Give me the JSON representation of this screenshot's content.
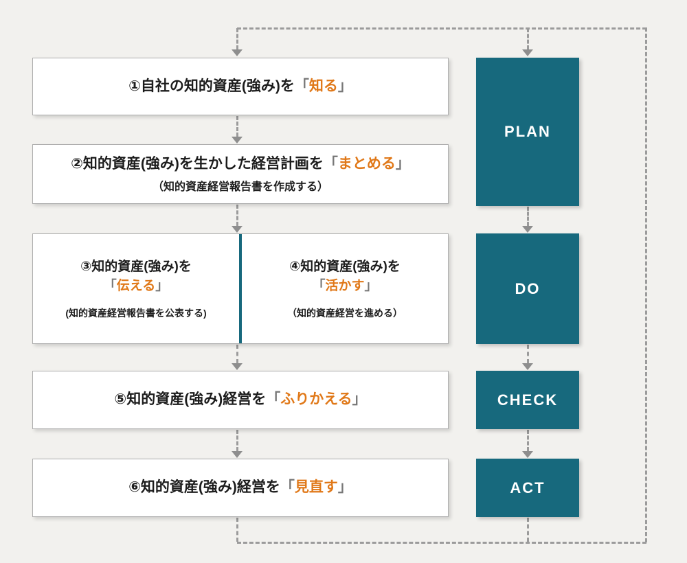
{
  "steps": {
    "step1": {
      "prefix": "①自社の知的資産(強み)を",
      "open": "「",
      "word": "知る",
      "close": "」"
    },
    "step2": {
      "prefix": "②知的資産(強み)を生かした経営計画を",
      "open": "「",
      "word": "まとめる",
      "close": "」",
      "sub": "（知的資産経営報告書を作成する）"
    },
    "step3": {
      "line1": "③知的資産(強み)を",
      "open": "「",
      "word": "伝える",
      "close": "」",
      "sub": "(知的資産経営報告書を公表する)"
    },
    "step4": {
      "line1": "④知的資産(強み)を",
      "open": "「",
      "word": "活かす",
      "close": "」",
      "sub": "（知的資産経営を進める）"
    },
    "step5": {
      "prefix": "⑤知的資産(強み)経営を",
      "open": "「",
      "word": "ふりかえる",
      "close": "」"
    },
    "step6": {
      "prefix": "⑥知的資産(強み)経営を",
      "open": "「",
      "word": "見直す",
      "close": "」"
    }
  },
  "pdca": {
    "plan": "PLAN",
    "do": "DO",
    "check": "CHECK",
    "act": "ACT"
  },
  "colors": {
    "background": "#f2f1ee",
    "box_background": "#ffffff",
    "box_border": "#adadad",
    "teal": "#17697d",
    "highlight_orange": "#e07818",
    "arrow_gray": "#9b9b9b",
    "text_black": "#1c1c1c"
  }
}
